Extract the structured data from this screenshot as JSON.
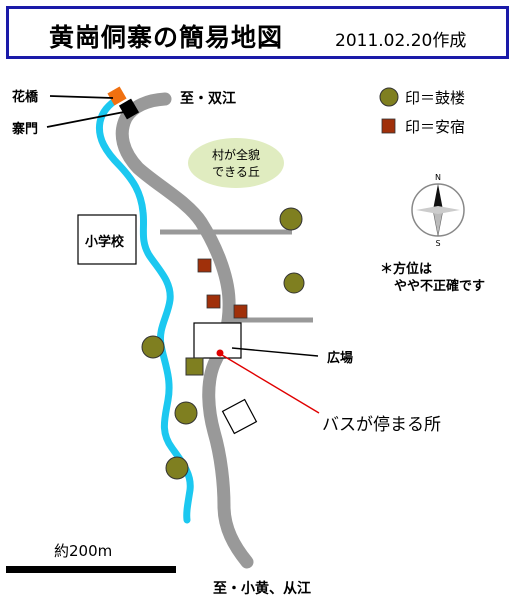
{
  "title": "黄崗侗寨の簡易地図",
  "date": "2011.02.20作成",
  "labels": {
    "bridge": "花橋",
    "gate": "寨門",
    "to_north": "至・双江",
    "school": "小学校",
    "hill_line1": "村が全貌",
    "hill_line2": "できる丘",
    "square": "広場",
    "bus_stop": "バスが停まる所",
    "to_south": "至・小黄、从江",
    "scale": "約200m"
  },
  "legend": {
    "drum_tower": "印＝鼓楼",
    "inn": "印＝安宿"
  },
  "compass": {
    "north": "N",
    "south": "S"
  },
  "note": {
    "line1": "＊方位は",
    "line2": "やや不正確です"
  },
  "colors": {
    "river": "#1cc8f0",
    "road": "#999999",
    "drum_tower": "#7f7f20",
    "inn": "#a0300a",
    "bridge": "#f07010",
    "hill": "#e0ecc0",
    "bus_stop": "#e00000",
    "title_border": "#1a1aa8"
  }
}
